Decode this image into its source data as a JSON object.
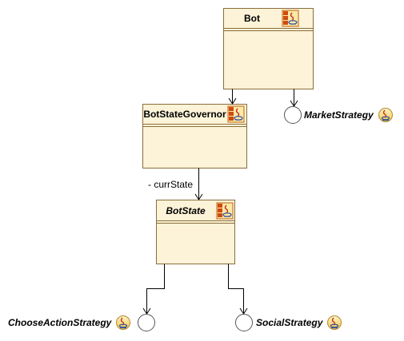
{
  "classes": {
    "bot": {
      "name": "Bot"
    },
    "governor": {
      "name": "BotStateGovernor"
    },
    "state": {
      "name": "BotState"
    }
  },
  "interfaces": {
    "market": {
      "name": "MarketStrategy"
    },
    "choose": {
      "name": "ChooseActionStrategy"
    },
    "social": {
      "name": "SocialStrategy"
    }
  },
  "associations": {
    "governor_to_state": {
      "role": "- currState"
    }
  },
  "colors": {
    "class_fill": "#fdf3d8",
    "class_border": "#8a6d3b",
    "line": "#000000",
    "interface_fill": "#ffffff",
    "interface_border": "#555555"
  }
}
